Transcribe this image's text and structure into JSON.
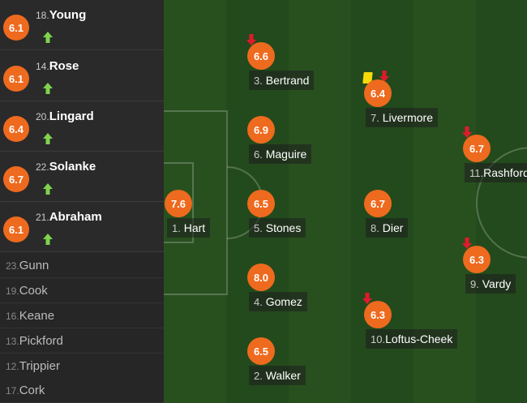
{
  "colors": {
    "rating": "#ee6a1e",
    "sub_in": "#7fd34e",
    "sub_out": "#e01a2b",
    "yellow_card": "#f5d90a"
  },
  "substitutes_in": [
    {
      "number": "18.",
      "name": "Young",
      "rating": "6.1"
    },
    {
      "number": "14.",
      "name": "Rose",
      "rating": "6.1"
    },
    {
      "number": "20.",
      "name": "Lingard",
      "rating": "6.4"
    },
    {
      "number": "22.",
      "name": "Solanke",
      "rating": "6.7"
    },
    {
      "number": "21.",
      "name": "Abraham",
      "rating": "6.1"
    }
  ],
  "bench_unused": [
    {
      "number": "23.",
      "name": "Gunn"
    },
    {
      "number": "19.",
      "name": "Cook"
    },
    {
      "number": "16.",
      "name": "Keane"
    },
    {
      "number": "13.",
      "name": "Pickford"
    },
    {
      "number": "12.",
      "name": "Trippier"
    },
    {
      "number": "17.",
      "name": "Cork"
    }
  ],
  "lineup": [
    {
      "id": "hart",
      "number": "1.",
      "name": "Hart",
      "rating": "7.6",
      "subbed_off": false,
      "yellow_card": false
    },
    {
      "id": "bertrand",
      "number": "3.",
      "name": "Bertrand",
      "rating": "6.6",
      "subbed_off": true,
      "yellow_card": false
    },
    {
      "id": "maguire",
      "number": "6.",
      "name": "Maguire",
      "rating": "6.9",
      "subbed_off": false,
      "yellow_card": false
    },
    {
      "id": "stones",
      "number": "5.",
      "name": "Stones",
      "rating": "6.5",
      "subbed_off": false,
      "yellow_card": false
    },
    {
      "id": "gomez",
      "number": "4.",
      "name": "Gomez",
      "rating": "8.0",
      "subbed_off": false,
      "yellow_card": false
    },
    {
      "id": "walker",
      "number": "2.",
      "name": "Walker",
      "rating": "6.5",
      "subbed_off": false,
      "yellow_card": false
    },
    {
      "id": "livermore",
      "number": "7.",
      "name": "Livermore",
      "rating": "6.4",
      "subbed_off": true,
      "yellow_card": true
    },
    {
      "id": "dier",
      "number": "8.",
      "name": "Dier",
      "rating": "6.7",
      "subbed_off": false,
      "yellow_card": false
    },
    {
      "id": "loftus-cheek",
      "number": "10.",
      "name": "Loftus-Cheek",
      "rating": "6.3",
      "subbed_off": true,
      "yellow_card": false
    },
    {
      "id": "rashford",
      "number": "11.",
      "name": "Rashford",
      "rating": "6.7",
      "subbed_off": true,
      "yellow_card": false
    },
    {
      "id": "vardy",
      "number": "9.",
      "name": "Vardy",
      "rating": "6.3",
      "subbed_off": true,
      "yellow_card": false
    }
  ]
}
